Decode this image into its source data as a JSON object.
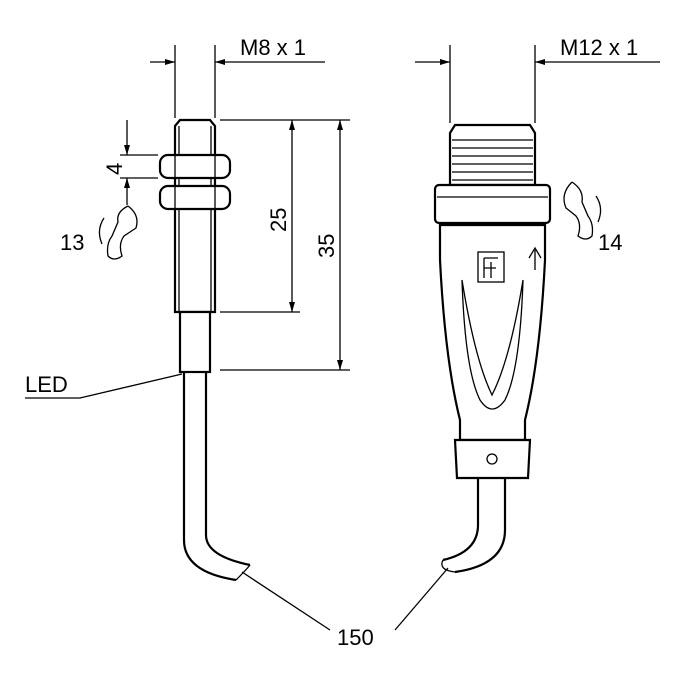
{
  "drawing": {
    "left_sensor": {
      "thread_label": "M8 x 1",
      "nut_thickness": "4",
      "thread_length": "25",
      "total_length": "35",
      "wrench_size": "13",
      "led_label": "LED"
    },
    "right_connector": {
      "thread_label": "M12 x 1",
      "wrench_size": "14"
    },
    "cable_length": "150"
  }
}
